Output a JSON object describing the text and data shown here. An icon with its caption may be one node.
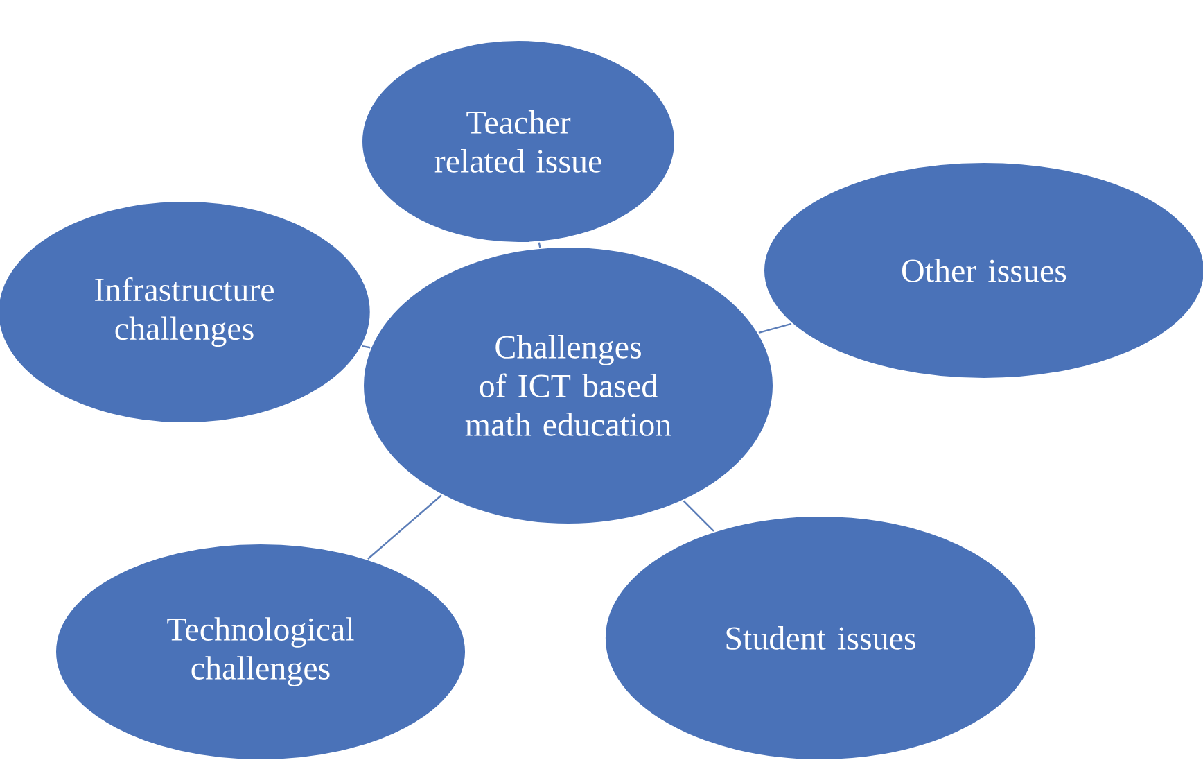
{
  "diagram": {
    "nodes": [
      {
        "text": [
          "Challenges of ICT based math education"
        ]
      },
      {
        "text": [
          "Teacher related issue"
        ]
      },
      {
        "text": [
          "Other issues"
        ]
      },
      {
        "text": [
          "Infrastructure challenges"
        ]
      },
      {
        "text": [
          "Technological challenges"
        ]
      },
      {
        "text": [
          "Student issues"
        ]
      }
    ],
    "edges": [
      {
        "from": 0,
        "to": 1,
        "arrow": "none"
      },
      {
        "from": 0,
        "to": 2,
        "arrow": "none"
      },
      {
        "from": 0,
        "to": 3,
        "arrow": "none"
      },
      {
        "from": 0,
        "to": 4,
        "arrow": "none"
      },
      {
        "from": 0,
        "to": 5,
        "arrow": "none"
      }
    ]
  }
}
